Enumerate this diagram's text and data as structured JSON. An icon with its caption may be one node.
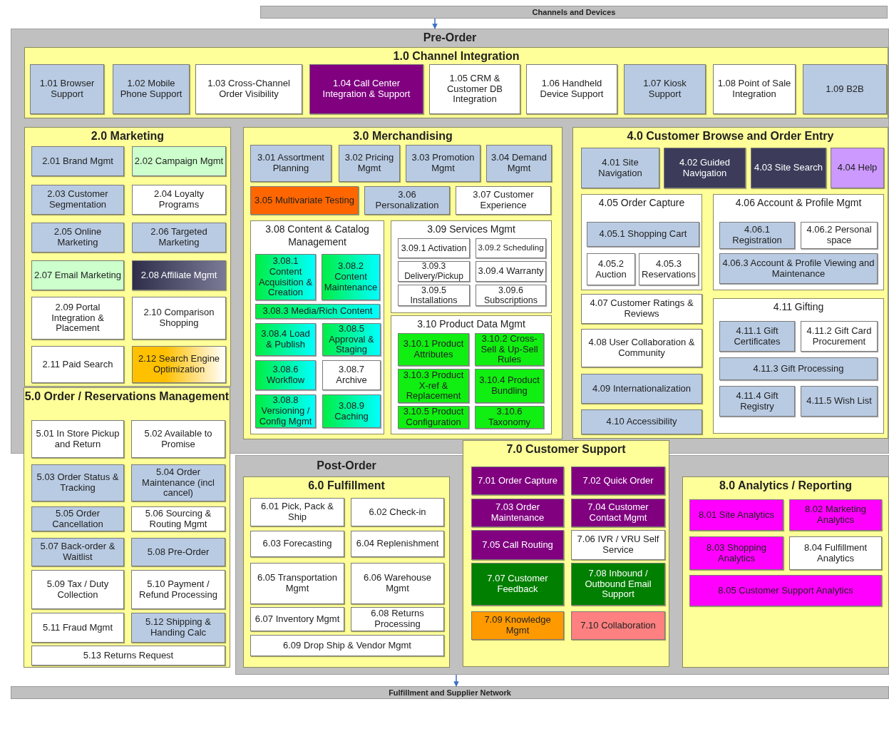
{
  "diagram": {
    "nodes": [
      {
        "text": [
          "Channels and Devices"
        ]
      },
      {
        "text": [
          "Pre-Order"
        ]
      },
      {
        "text": [
          "1.0 Channel Integration"
        ],
        "in": 1
      },
      {
        "text": [
          "1.01 Browser Support"
        ],
        "in": 2
      },
      {
        "text": [
          "1.02 Mobile Phone Support"
        ],
        "in": 2
      },
      {
        "text": [
          "1.03 Cross-Channel Order Visibility"
        ],
        "in": 2
      },
      {
        "text": [
          "1.04 Call Center Integration & Support"
        ],
        "in": 2
      },
      {
        "text": [
          "1.05 CRM & Customer DB Integration"
        ],
        "in": 2
      },
      {
        "text": [
          "1.06 Handheld Device Support"
        ],
        "in": 2
      },
      {
        "text": [
          "1.07 Kiosk Support"
        ],
        "in": 2
      },
      {
        "text": [
          "1.08 Point of Sale Integration"
        ],
        "in": 2
      },
      {
        "text": [
          "1.09 B2B"
        ],
        "in": 2
      },
      {
        "text": [
          "2.0 Marketing"
        ],
        "in": 1
      },
      {
        "text": [
          "2.01 Brand Mgmt"
        ],
        "in": 12
      },
      {
        "text": [
          "2.02 Campaign Mgmt"
        ],
        "in": 12
      },
      {
        "text": [
          "2.03 Customer Segmentation"
        ],
        "in": 12
      },
      {
        "text": [
          "2.04 Loyalty Programs"
        ],
        "in": 12
      },
      {
        "text": [
          "2.05 Online Marketing"
        ],
        "in": 12
      },
      {
        "text": [
          "2.06 Targeted Marketing"
        ],
        "in": 12
      },
      {
        "text": [
          "2.07 Email Marketing"
        ],
        "in": 12
      },
      {
        "text": [
          "2.08 Affiliate Mgmt"
        ],
        "in": 12
      },
      {
        "text": [
          "2.09 Portal Integration & Placement"
        ],
        "in": 12
      },
      {
        "text": [
          "2.10 Comparison Shopping"
        ],
        "in": 12
      },
      {
        "text": [
          "2.11 Paid Search"
        ],
        "in": 12
      },
      {
        "text": [
          "2.12 Search Engine Optimization"
        ],
        "in": 12
      },
      {
        "text": [
          "3.0 Merchandising"
        ],
        "in": 1
      },
      {
        "text": [
          "3.01 Assortment Planning"
        ],
        "in": 25
      },
      {
        "text": [
          "3.02 Pricing Mgmt"
        ],
        "in": 25
      },
      {
        "text": [
          "3.03 Promotion Mgmt"
        ],
        "in": 25
      },
      {
        "text": [
          "3.04 Demand Mgmt"
        ],
        "in": 25
      },
      {
        "text": [
          "3.05 Multivariate Testing"
        ],
        "in": 25
      },
      {
        "text": [
          "3.06 Personalization"
        ],
        "in": 25
      },
      {
        "text": [
          "3.07 Customer Experience"
        ],
        "in": 25
      },
      {
        "text": [
          "3.08 Content & Catalog Management"
        ],
        "in": 25
      },
      {
        "text": [
          "3.08.1 Content Acquisition & Creation"
        ],
        "in": 33
      },
      {
        "text": [
          "3.08.2 Content Maintenance"
        ],
        "in": 33
      },
      {
        "text": [
          "3.08.3 Media/Rich Content"
        ],
        "in": 33
      },
      {
        "text": [
          "3.08.4 Load & Publish"
        ],
        "in": 33
      },
      {
        "text": [
          "3.08.5 Approval & Staging"
        ],
        "in": 33
      },
      {
        "text": [
          "3.08.6 Workflow"
        ],
        "in": 33
      },
      {
        "text": [
          "3.08.7 Archive"
        ],
        "in": 33
      },
      {
        "text": [
          "3.08.8 Versioning / Config Mgmt"
        ],
        "in": 33
      },
      {
        "text": [
          "3.08.9 Caching"
        ],
        "in": 33
      },
      {
        "text": [
          "3.09 Services Mgmt"
        ],
        "in": 25
      },
      {
        "text": [
          "3.09.1 Activation"
        ],
        "in": 43
      },
      {
        "text": [
          "3.09.2 Scheduling"
        ],
        "in": 43
      },
      {
        "text": [
          "3.09.3 Delivery/Pickup"
        ],
        "in": 43
      },
      {
        "text": [
          "3.09.4 Warranty"
        ],
        "in": 43
      },
      {
        "text": [
          "3.09.5 Installations"
        ],
        "in": 43
      },
      {
        "text": [
          "3.09.6 Subscriptions"
        ],
        "in": 43
      },
      {
        "text": [
          "3.10 Product Data Mgmt"
        ],
        "in": 25
      },
      {
        "text": [
          "3.10.1 Product Attributes"
        ],
        "in": 50
      },
      {
        "text": [
          "3.10.2 Cross-Sell & Up-Sell Rules"
        ],
        "in": 50
      },
      {
        "text": [
          "3.10.3 Product X-ref & Replacement"
        ],
        "in": 50
      },
      {
        "text": [
          "3.10.4 Product Bundling"
        ],
        "in": 50
      },
      {
        "text": [
          "3.10.5 Product Configuration"
        ],
        "in": 50
      },
      {
        "text": [
          "3.10.6 Taxonomy"
        ],
        "in": 50
      },
      {
        "text": [
          "4.0 Customer Browse and Order Entry"
        ],
        "in": 1
      },
      {
        "text": [
          "4.01 Site Navigation"
        ],
        "in": 57
      },
      {
        "text": [
          "4.02 Guided Navigation"
        ],
        "in": 57
      },
      {
        "text": [
          "4.03 Site Search"
        ],
        "in": 57
      },
      {
        "text": [
          "4.04 Help"
        ],
        "in": 57
      },
      {
        "text": [
          "4.05 Order Capture"
        ],
        "in": 57
      },
      {
        "text": [
          "4.05.1 Shopping Cart"
        ],
        "in": 62
      },
      {
        "text": [
          "4.05.2 Auction"
        ],
        "in": 62
      },
      {
        "text": [
          "4.05.3 Reservations"
        ],
        "in": 62
      },
      {
        "text": [
          "4.06 Account & Profile Mgmt"
        ],
        "in": 57
      },
      {
        "text": [
          "4.06.1 Registration"
        ],
        "in": 66
      },
      {
        "text": [
          "4.06.2 Personal space"
        ],
        "in": 66
      },
      {
        "text": [
          "4.06.3 Account & Profile Viewing and Maintenance"
        ],
        "in": 66
      },
      {
        "text": [
          "4.07 Customer Ratings & Reviews"
        ],
        "in": 57
      },
      {
        "text": [
          "4.08 User Collaboration & Community"
        ],
        "in": 57
      },
      {
        "text": [
          "4.09 Internationalization"
        ],
        "in": 57
      },
      {
        "text": [
          "4.10 Accessibility"
        ],
        "in": 57
      },
      {
        "text": [
          "4.11 Gifting"
        ],
        "in": 57
      },
      {
        "text": [
          "4.11.1 Gift Certificates"
        ],
        "in": 74
      },
      {
        "text": [
          "4.11.2 Gift Card Procurement"
        ],
        "in": 74
      },
      {
        "text": [
          "4.11.3 Gift Processing"
        ],
        "in": 74
      },
      {
        "text": [
          "4.11.4 Gift Registry"
        ],
        "in": 74
      },
      {
        "text": [
          "4.11.5 Wish List"
        ],
        "in": 74
      },
      {
        "text": [
          "5.0 Order / Reservations Management"
        ]
      },
      {
        "text": [
          "5.01 In Store Pickup and Return"
        ],
        "in": 80
      },
      {
        "text": [
          "5.02 Available to Promise"
        ],
        "in": 80
      },
      {
        "text": [
          "5.03 Order Status & Tracking"
        ],
        "in": 80
      },
      {
        "text": [
          "5.04 Order Maintenance (incl cancel)"
        ],
        "in": 80
      },
      {
        "text": [
          "5.05 Order Cancellation"
        ],
        "in": 80
      },
      {
        "text": [
          "5.06 Sourcing & Routing Mgmt"
        ],
        "in": 80
      },
      {
        "text": [
          "5.07 Back-order & Waitlist"
        ],
        "in": 80
      },
      {
        "text": [
          "5.08 Pre-Order"
        ],
        "in": 80
      },
      {
        "text": [
          "5.09 Tax / Duty Collection"
        ],
        "in": 80
      },
      {
        "text": [
          "5.10 Payment / Refund Processing"
        ],
        "in": 80
      },
      {
        "text": [
          "5.11 Fraud Mgmt"
        ],
        "in": 80
      },
      {
        "text": [
          "5.12 Shipping & Handing Calc"
        ],
        "in": 80
      },
      {
        "text": [
          "5.13 Returns Request"
        ],
        "in": 80
      },
      {
        "text": [
          "Post-Order"
        ]
      },
      {
        "text": [
          "6.0 Fulfillment"
        ],
        "in": 94
      },
      {
        "text": [
          "6.01 Pick, Pack & Ship"
        ],
        "in": 95
      },
      {
        "text": [
          "6.02 Check-in"
        ],
        "in": 95
      },
      {
        "text": [
          "6.03 Forecasting"
        ],
        "in": 95
      },
      {
        "text": [
          "6.04 Replenishment"
        ],
        "in": 95
      },
      {
        "text": [
          "6.05 Transportation Mgmt"
        ],
        "in": 95
      },
      {
        "text": [
          "6.06 Warehouse Mgmt"
        ],
        "in": 95
      },
      {
        "text": [
          "6.07 Inventory Mgmt"
        ],
        "in": 95
      },
      {
        "text": [
          "6.08 Returns Processing"
        ],
        "in": 95
      },
      {
        "text": [
          "6.09 Drop Ship & Vendor Mgmt"
        ],
        "in": 95
      },
      {
        "text": [
          "7.0 Customer Support"
        ]
      },
      {
        "text": [
          "7.01 Order Capture"
        ],
        "in": 105
      },
      {
        "text": [
          "7.02 Quick Order"
        ],
        "in": 105
      },
      {
        "text": [
          "7.03 Order Maintenance"
        ],
        "in": 105
      },
      {
        "text": [
          "7.04 Customer Contact Mgmt"
        ],
        "in": 105
      },
      {
        "text": [
          "7.05 Call Routing"
        ],
        "in": 105
      },
      {
        "text": [
          "7.06 IVR / VRU Self Service"
        ],
        "in": 105
      },
      {
        "text": [
          "7.07 Customer Feedback"
        ],
        "in": 105
      },
      {
        "text": [
          "7.08 Inbound / Outbound Email Support"
        ],
        "in": 105
      },
      {
        "text": [
          "7.09 Knowledge Mgmt"
        ],
        "in": 105
      },
      {
        "text": [
          "7.10 Collaboration"
        ],
        "in": 105
      },
      {
        "text": [
          "8.0 Analytics / Reporting"
        ],
        "in": 94
      },
      {
        "text": [
          "8.01 Site Analytics"
        ],
        "in": 116
      },
      {
        "text": [
          "8.02 Marketing Analytics"
        ],
        "in": 116
      },
      {
        "text": [
          "8.03 Shopping Analytics"
        ],
        "in": 116
      },
      {
        "text": [
          "8.04 Fulfillment Analytics"
        ],
        "in": 116
      },
      {
        "text": [
          "8.05 Customer Support Analytics"
        ],
        "in": 116
      },
      {
        "text": [
          "Fulfillment and Supplier Network"
        ]
      }
    ],
    "edges": [
      {
        "from": 0,
        "to": 1,
        "arrow": "to"
      },
      {
        "from": 94,
        "to": 122,
        "arrow": "to"
      }
    ]
  }
}
